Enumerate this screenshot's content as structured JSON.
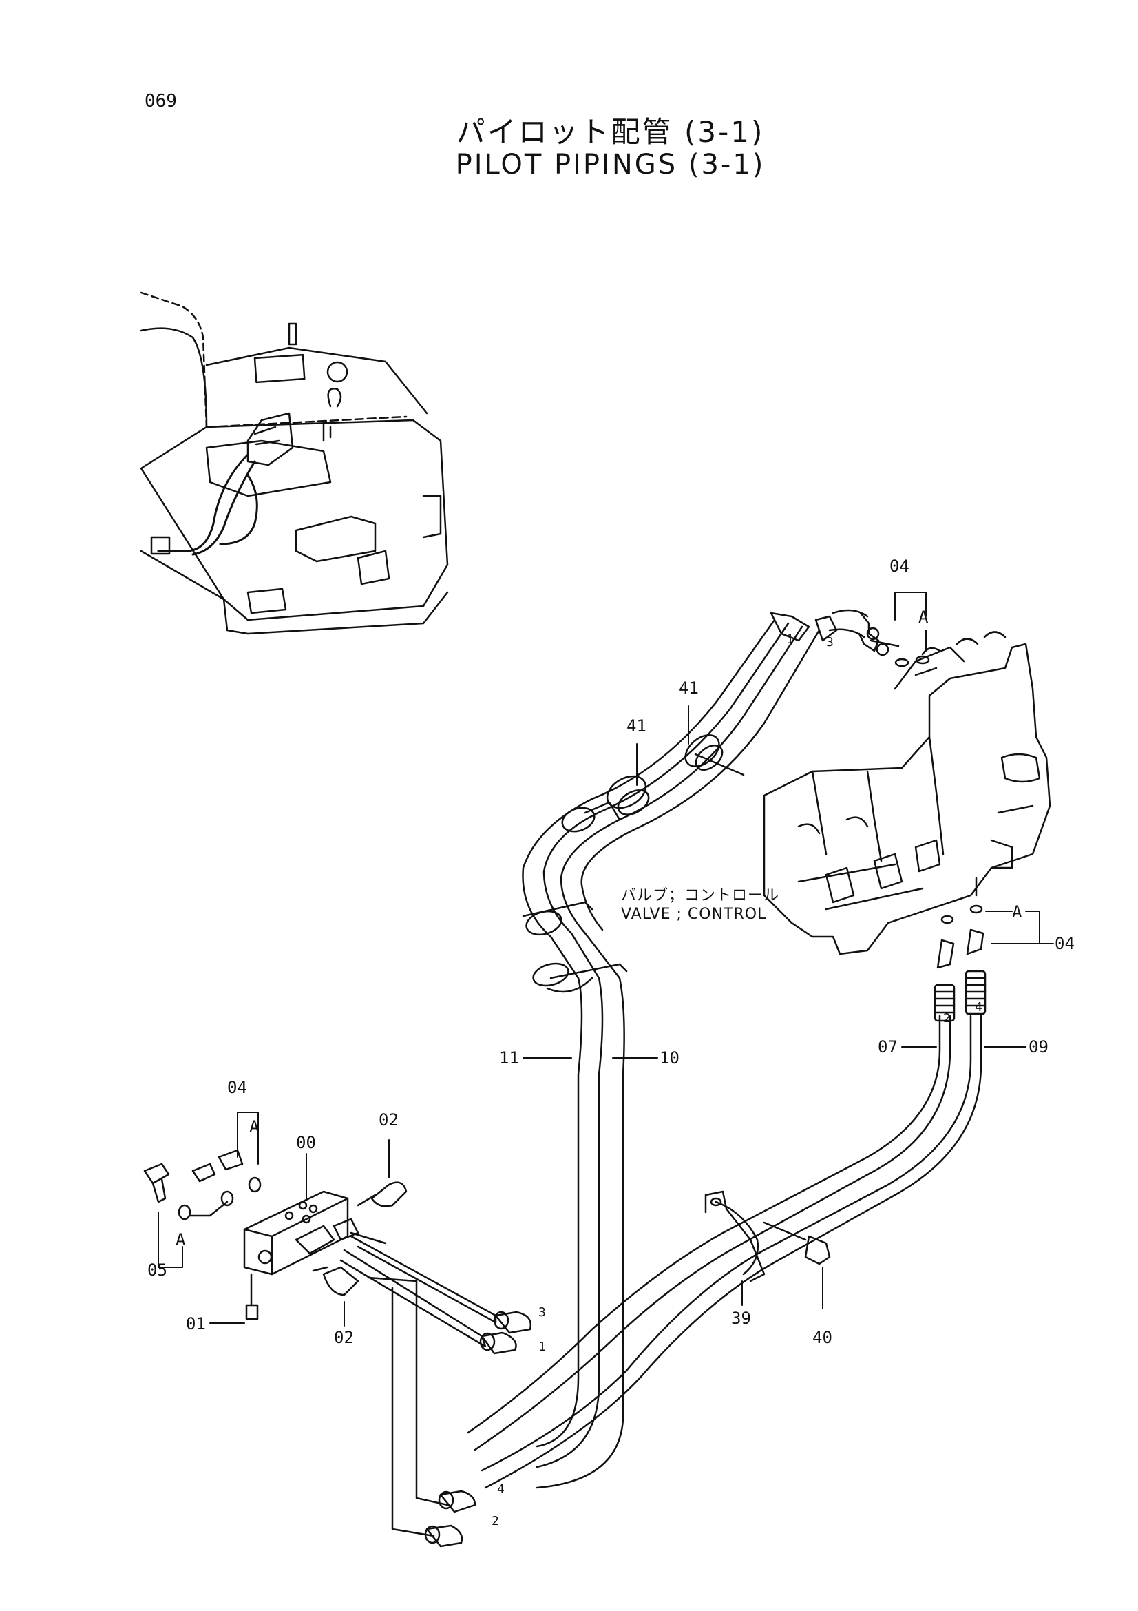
{
  "page_number": "069",
  "title_jp": "パイロット配管 (3-1)",
  "title_en": "PILOT PIPINGS (3-1)",
  "valve_label_jp": "バルブ；コントロール",
  "valve_label_en": "VALVE ; CONTROL",
  "callouts": {
    "c04_top": "04",
    "c04_right": "04",
    "c04_left": "04",
    "cA_top": "A",
    "cA_right": "A",
    "cA_left1": "A",
    "cA_left2": "A",
    "c41_a": "41",
    "c41_b": "41",
    "c11": "11",
    "c10": "10",
    "c07": "07",
    "c09": "09",
    "c00": "00",
    "c02_top": "02",
    "c02_bottom": "02",
    "c05": "05",
    "c01": "01",
    "c39": "39",
    "c40": "40"
  },
  "hose_marks": {
    "m1_top": "1",
    "m3_top": "3",
    "m3_mid": "3",
    "m1_mid": "1",
    "m2_right": "2",
    "m4_right": "4",
    "m4_low": "4",
    "m2_low": "2"
  }
}
